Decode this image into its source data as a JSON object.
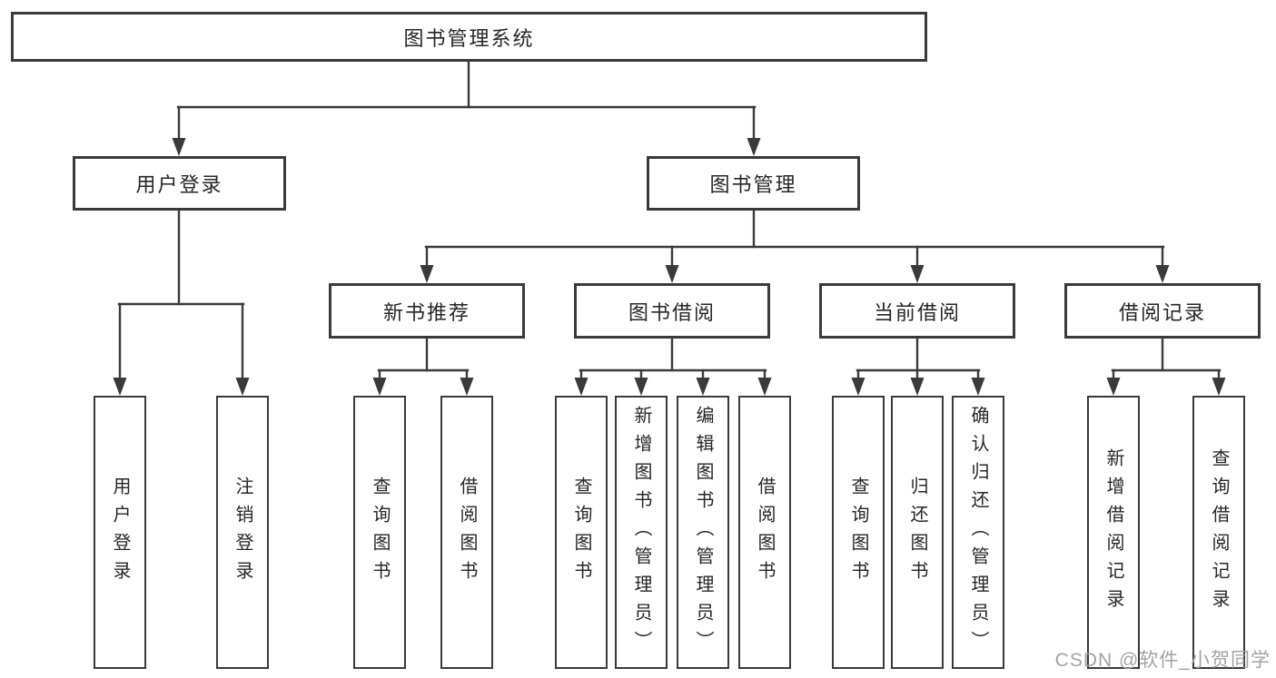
{
  "diagram": {
    "root": {
      "label": "图书管理系统",
      "children": [
        {
          "label": "用户登录",
          "children": [
            {
              "label": "用户登录"
            },
            {
              "label": "注销登录"
            }
          ]
        },
        {
          "label": "图书管理",
          "children": [
            {
              "label": "新书推荐",
              "children": [
                {
                  "label": "查询图书"
                },
                {
                  "label": "借阅图书"
                }
              ]
            },
            {
              "label": "图书借阅",
              "children": [
                {
                  "label": "查询图书"
                },
                {
                  "label": "新增图书（管理员）"
                },
                {
                  "label": "编辑图书（管理员）"
                },
                {
                  "label": "借阅图书"
                }
              ]
            },
            {
              "label": "当前借阅",
              "children": [
                {
                  "label": "查询图书"
                },
                {
                  "label": "归还图书"
                },
                {
                  "label": "确认归还（管理员）"
                }
              ]
            },
            {
              "label": "借阅记录",
              "children": [
                {
                  "label": "新增借阅记录"
                },
                {
                  "label": "查询借阅记录"
                }
              ]
            }
          ]
        }
      ]
    }
  },
  "watermark": {
    "text": "CSDN @软件_小贺同学"
  },
  "colors": {
    "line": "#3a3a3a",
    "box_border": "#3a3a3a",
    "text": "#262626",
    "watermark": "#a3a3a3",
    "background": "#ffffff"
  }
}
